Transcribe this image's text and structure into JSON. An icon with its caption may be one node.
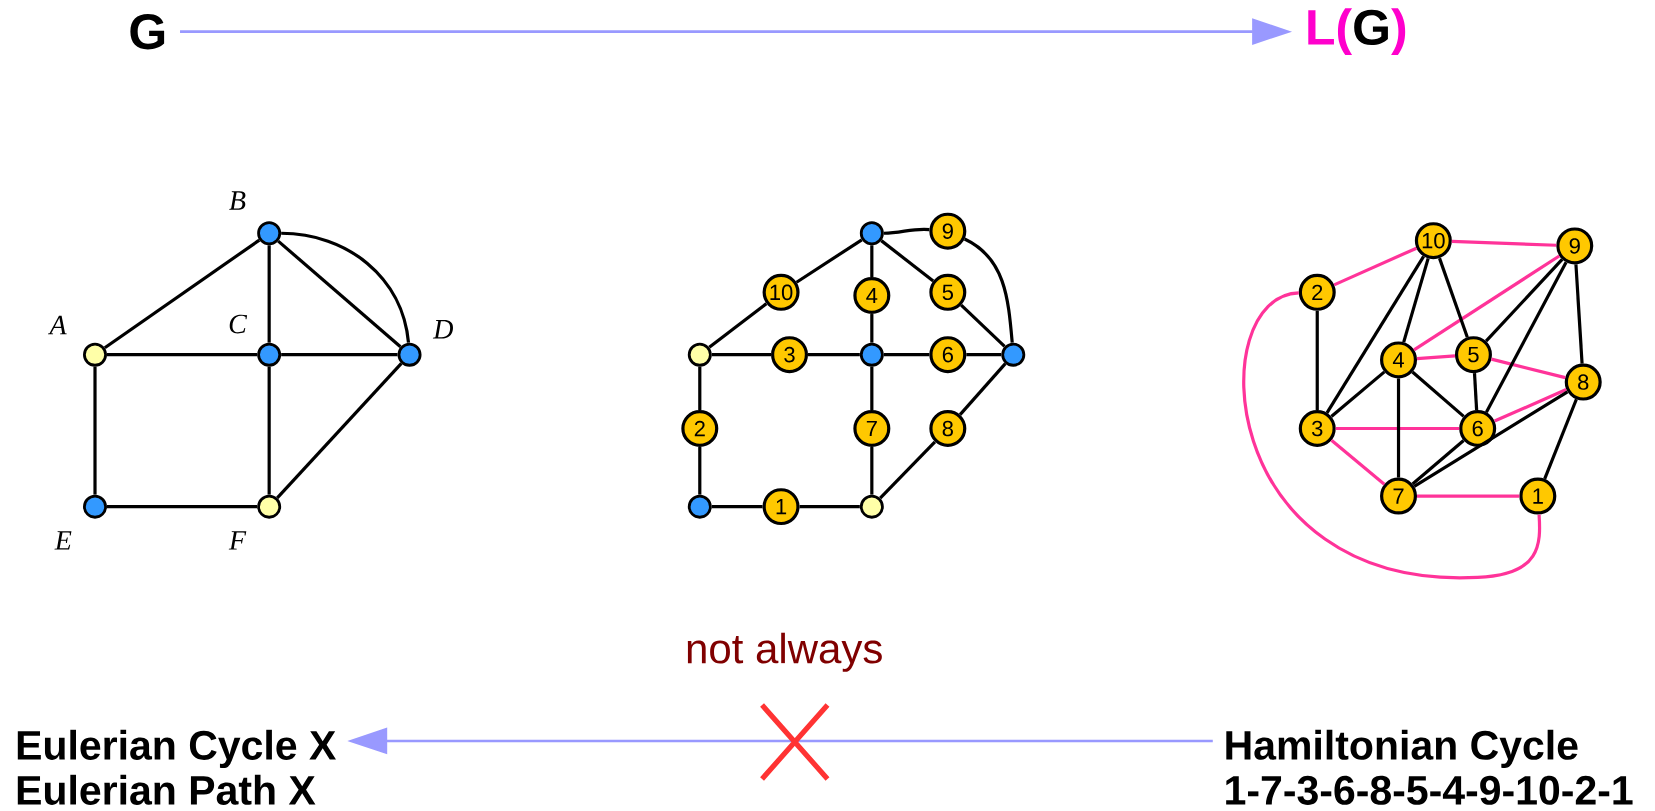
{
  "diagram": {
    "nodes": [
      {
        "text": [
          "G"
        ]
      },
      {
        "text": [
          "L(",
          "G",
          ")"
        ]
      },
      {
        "text": [],
        "shape": "circle",
        "beside": [
          "A"
        ]
      },
      {
        "text": [],
        "shape": "circle",
        "beside": [
          "B"
        ]
      },
      {
        "text": [],
        "shape": "circle",
        "beside": [
          "C"
        ]
      },
      {
        "text": [],
        "shape": "circle",
        "beside": [
          "D"
        ]
      },
      {
        "text": [],
        "shape": "circle",
        "beside": [
          "E"
        ]
      },
      {
        "text": [],
        "shape": "circle",
        "beside": [
          "F"
        ]
      },
      {
        "text": [],
        "shape": "circle"
      },
      {
        "text": [],
        "shape": "circle"
      },
      {
        "text": [],
        "shape": "circle"
      },
      {
        "text": [],
        "shape": "circle"
      },
      {
        "text": [],
        "shape": "circle"
      },
      {
        "text": [],
        "shape": "circle"
      },
      {
        "text": [
          "1"
        ]
      },
      {
        "text": [
          "2"
        ]
      },
      {
        "text": [
          "3"
        ]
      },
      {
        "text": [
          "4"
        ]
      },
      {
        "text": [
          "5"
        ]
      },
      {
        "text": [
          "6"
        ]
      },
      {
        "text": [
          "7"
        ]
      },
      {
        "text": [
          "8"
        ]
      },
      {
        "text": [
          "9"
        ]
      },
      {
        "text": [
          "10"
        ]
      },
      {
        "text": [
          "1"
        ]
      },
      {
        "text": [
          "2"
        ]
      },
      {
        "text": [
          "3"
        ]
      },
      {
        "text": [
          "4"
        ]
      },
      {
        "text": [
          "5"
        ]
      },
      {
        "text": [
          "6"
        ]
      },
      {
        "text": [
          "7"
        ]
      },
      {
        "text": [
          "8"
        ]
      },
      {
        "text": [
          "9"
        ]
      },
      {
        "text": [
          "10"
        ]
      },
      {
        "text": [
          "Eulerian Cycle X",
          "Eulerian Path X"
        ]
      },
      {
        "text": [
          "Hamiltonian Cycle",
          "1-7-3-6-8-5-4-9-10-2-1"
        ]
      }
    ],
    "edges": [
      {
        "from": 2,
        "to": 3,
        "arrow": "none"
      },
      {
        "from": 2,
        "to": 4,
        "arrow": "none"
      },
      {
        "from": 2,
        "to": 6,
        "arrow": "none"
      },
      {
        "from": 3,
        "to": 4,
        "arrow": "none"
      },
      {
        "from": 3,
        "to": 5,
        "arrow": "none"
      },
      {
        "from": 3,
        "to": 5,
        "arrow": "none"
      },
      {
        "from": 4,
        "to": 5,
        "arrow": "none"
      },
      {
        "from": 4,
        "to": 7,
        "arrow": "none"
      },
      {
        "from": 6,
        "to": 7,
        "arrow": "none"
      },
      {
        "from": 7,
        "to": 5,
        "arrow": "none"
      },
      {
        "from": 8,
        "to": 23,
        "arrow": "none"
      },
      {
        "from": 23,
        "to": 10,
        "arrow": "none"
      },
      {
        "from": 10,
        "to": 22,
        "arrow": "none"
      },
      {
        "from": 22,
        "to": 13,
        "arrow": "none"
      },
      {
        "from": 10,
        "to": 17,
        "arrow": "none"
      },
      {
        "from": 17,
        "to": 11,
        "arrow": "none"
      },
      {
        "from": 10,
        "to": 18,
        "arrow": "none"
      },
      {
        "from": 18,
        "to": 13,
        "arrow": "none"
      },
      {
        "from": 8,
        "to": 16,
        "arrow": "none"
      },
      {
        "from": 16,
        "to": 11,
        "arrow": "none"
      },
      {
        "from": 11,
        "to": 19,
        "arrow": "none"
      },
      {
        "from": 19,
        "to": 13,
        "arrow": "none"
      },
      {
        "from": 8,
        "to": 15,
        "arrow": "none"
      },
      {
        "from": 15,
        "to": 9,
        "arrow": "none"
      },
      {
        "from": 11,
        "to": 20,
        "arrow": "none"
      },
      {
        "from": 20,
        "to": 12,
        "arrow": "none"
      },
      {
        "from": 12,
        "to": 21,
        "arrow": "none"
      },
      {
        "from": 21,
        "to": 13,
        "arrow": "none"
      },
      {
        "from": 9,
        "to": 14,
        "arrow": "none"
      },
      {
        "from": 14,
        "to": 12,
        "arrow": "none"
      },
      {
        "from": 24,
        "to": 30,
        "arrow": "none",
        "color": "#ff3399"
      },
      {
        "from": 30,
        "to": 26,
        "arrow": "none",
        "color": "#ff3399"
      },
      {
        "from": 26,
        "to": 29,
        "arrow": "none",
        "color": "#ff3399"
      },
      {
        "from": 29,
        "to": 31,
        "arrow": "none",
        "color": "#ff3399"
      },
      {
        "from": 31,
        "to": 28,
        "arrow": "none",
        "color": "#ff3399"
      },
      {
        "from": 28,
        "to": 27,
        "arrow": "none",
        "color": "#ff3399"
      },
      {
        "from": 27,
        "to": 32,
        "arrow": "none",
        "color": "#ff3399"
      },
      {
        "from": 32,
        "to": 33,
        "arrow": "none",
        "color": "#ff3399"
      },
      {
        "from": 33,
        "to": 25,
        "arrow": "none",
        "color": "#ff3399"
      },
      {
        "from": 25,
        "to": 24,
        "arrow": "none",
        "color": "#ff3399"
      },
      {
        "from": 25,
        "to": 26,
        "arrow": "none"
      },
      {
        "from": 26,
        "to": 33,
        "arrow": "none"
      },
      {
        "from": 27,
        "to": 33,
        "arrow": "none"
      },
      {
        "from": 28,
        "to": 33,
        "arrow": "none"
      },
      {
        "from": 28,
        "to": 32,
        "arrow": "none"
      },
      {
        "from": 26,
        "to": 27,
        "arrow": "none"
      },
      {
        "from": 27,
        "to": 29,
        "arrow": "none"
      },
      {
        "from": 27,
        "to": 30,
        "arrow": "none"
      },
      {
        "from": 29,
        "to": 30,
        "arrow": "none"
      },
      {
        "from": 28,
        "to": 29,
        "arrow": "none"
      },
      {
        "from": 29,
        "to": 32,
        "arrow": "none"
      },
      {
        "from": 31,
        "to": 32,
        "arrow": "none"
      },
      {
        "from": 24,
        "to": 31,
        "arrow": "none"
      },
      {
        "from": 30,
        "to": 31,
        "arrow": "none"
      },
      {
        "from": 0,
        "to": 1,
        "arrow": "to",
        "color": "#9999ff"
      },
      {
        "from": 35,
        "to": 34,
        "arrow": "to",
        "color": "#9999ff",
        "label": "not always"
      }
    ]
  }
}
